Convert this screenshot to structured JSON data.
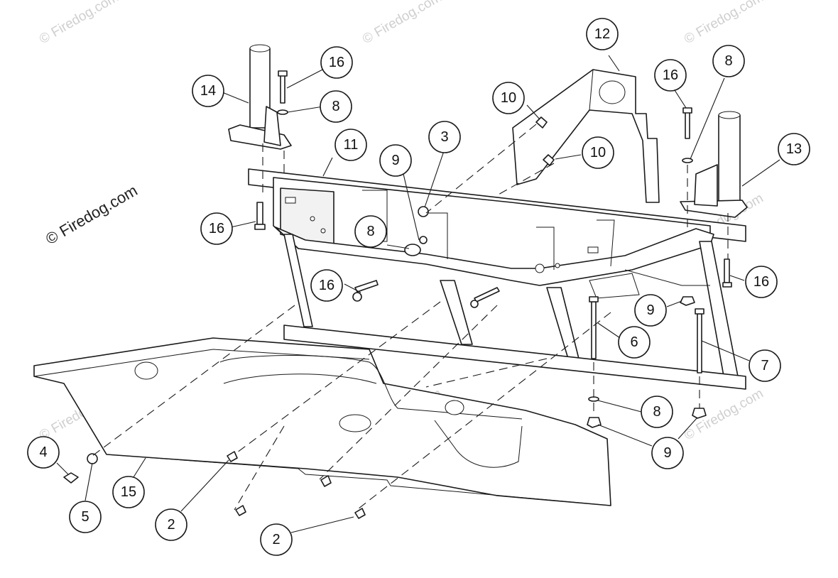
{
  "watermark": "© Firedog.com",
  "brand_mark": "© Firedog.com",
  "callouts": [
    {
      "id": "c-16-a",
      "label": "16"
    },
    {
      "id": "c-14",
      "label": "14"
    },
    {
      "id": "c-8-a",
      "label": "8"
    },
    {
      "id": "c-11",
      "label": "11"
    },
    {
      "id": "c-9-a",
      "label": "9"
    },
    {
      "id": "c-3",
      "label": "3"
    },
    {
      "id": "c-10-a",
      "label": "10"
    },
    {
      "id": "c-12",
      "label": "12"
    },
    {
      "id": "c-10-b",
      "label": "10"
    },
    {
      "id": "c-16-b",
      "label": "16"
    },
    {
      "id": "c-8-b",
      "label": "8"
    },
    {
      "id": "c-13",
      "label": "13"
    },
    {
      "id": "c-16-c",
      "label": "16"
    },
    {
      "id": "c-8-c",
      "label": "8"
    },
    {
      "id": "c-16-d",
      "label": "16"
    },
    {
      "id": "c-16-e",
      "label": "16"
    },
    {
      "id": "c-9-b",
      "label": "9"
    },
    {
      "id": "c-6",
      "label": "6"
    },
    {
      "id": "c-7",
      "label": "7"
    },
    {
      "id": "c-8-d",
      "label": "8"
    },
    {
      "id": "c-9-c",
      "label": "9"
    },
    {
      "id": "c-4",
      "label": "4"
    },
    {
      "id": "c-5",
      "label": "5"
    },
    {
      "id": "c-15",
      "label": "15"
    },
    {
      "id": "c-2-a",
      "label": "2"
    },
    {
      "id": "c-2-b",
      "label": "2"
    }
  ]
}
